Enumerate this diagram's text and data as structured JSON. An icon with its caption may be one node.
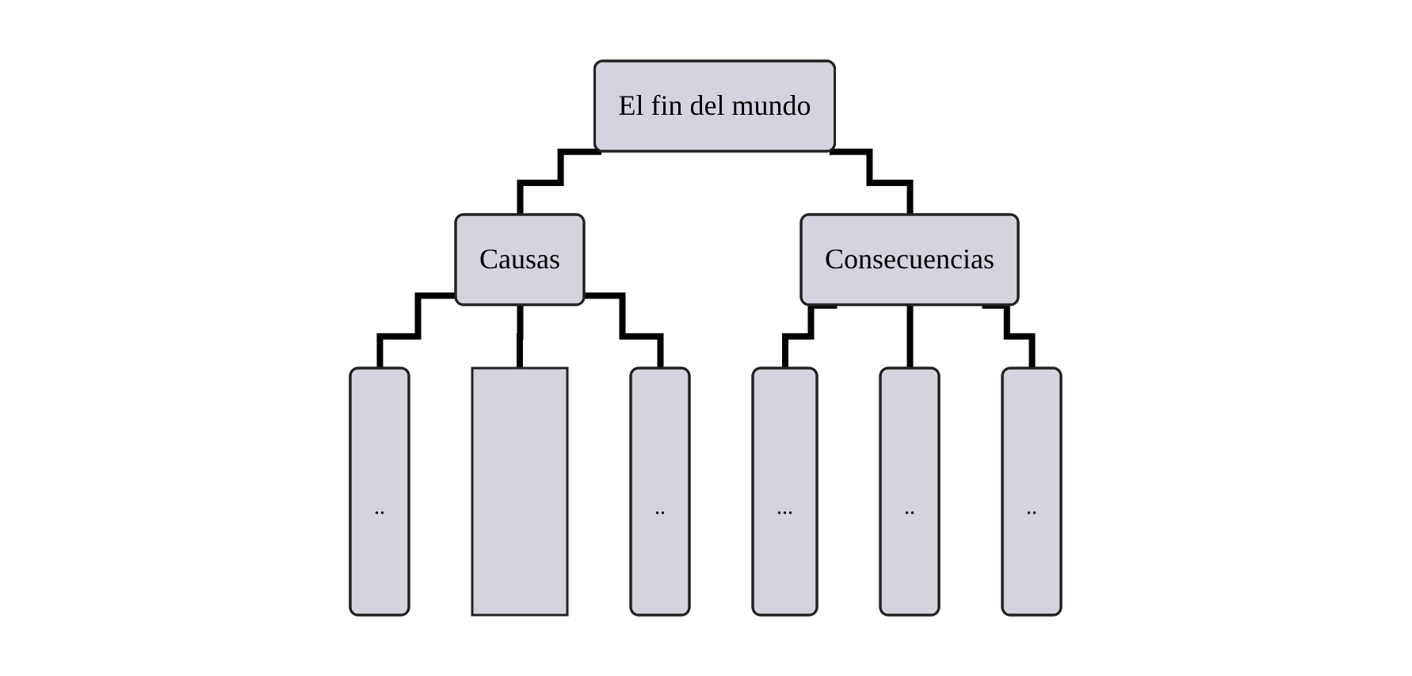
{
  "diagram": {
    "nodes": [
      {
        "text": [
          "El fin del mundo"
        ]
      },
      {
        "text": [
          "Causas"
        ]
      },
      {
        "text": [
          "Consecuencias"
        ]
      },
      {
        "text": [
          ".."
        ]
      },
      {
        "text": [],
        "shape": "box"
      },
      {
        "text": [
          ".."
        ]
      },
      {
        "text": [
          "..."
        ]
      },
      {
        "text": [
          ".."
        ]
      },
      {
        "text": [
          ".."
        ]
      }
    ],
    "edges": [
      {
        "from": 0,
        "to": 1,
        "arrow": "none"
      },
      {
        "from": 0,
        "to": 2,
        "arrow": "none"
      },
      {
        "from": 1,
        "to": 3,
        "arrow": "none"
      },
      {
        "from": 1,
        "to": 4,
        "arrow": "none"
      },
      {
        "from": 1,
        "to": 5,
        "arrow": "none"
      },
      {
        "from": 2,
        "to": 6,
        "arrow": "none"
      },
      {
        "from": 2,
        "to": 7,
        "arrow": "none"
      },
      {
        "from": 2,
        "to": 8,
        "arrow": "none"
      }
    ]
  }
}
